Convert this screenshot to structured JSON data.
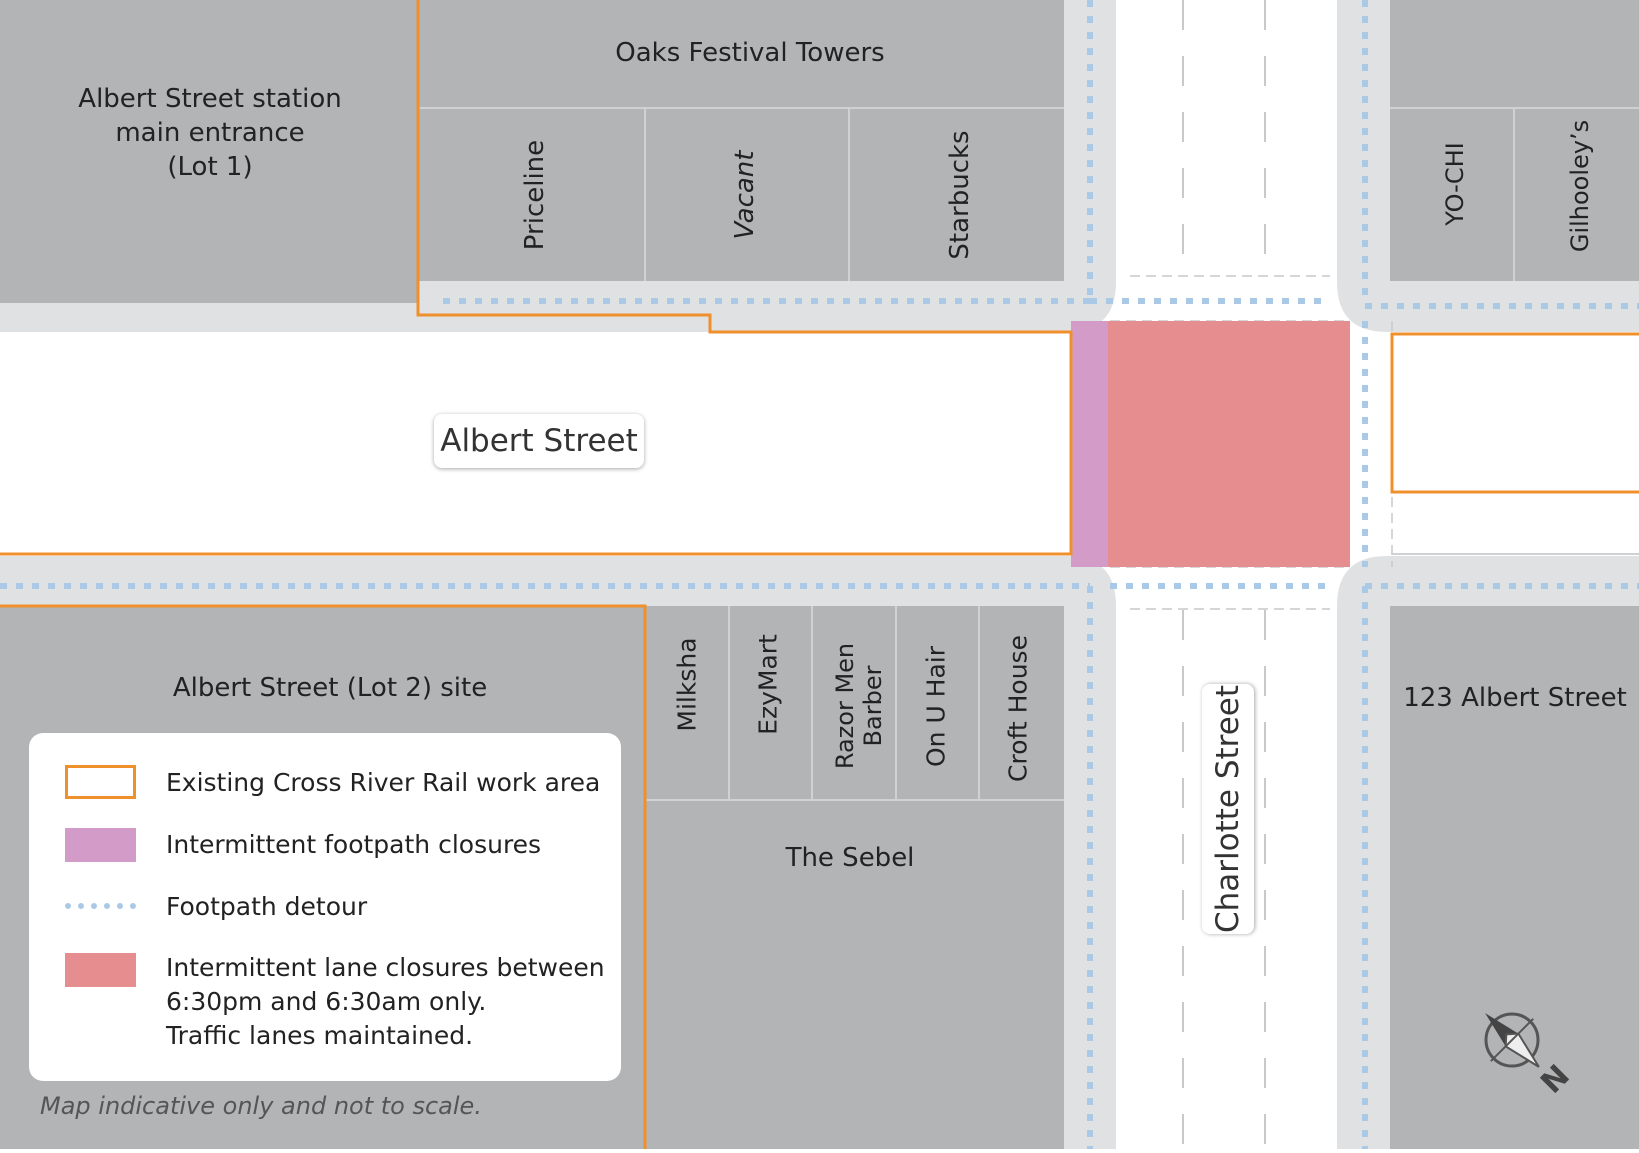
{
  "colors": {
    "building": "#b2b4b6",
    "building_lines": "#d0d1d3",
    "footpath": "#dfe1e3",
    "road": "#ffffff",
    "work_area_outline": "#f0902c",
    "footpath_closure": "#d39bc7",
    "lane_closure": "#e68d90",
    "detour_dots": "#a9c9e6"
  },
  "buildings": {
    "lot1": "Albert Street station\nmain entrance\n(Lot 1)",
    "oaks": "Oaks Festival Towers",
    "priceline": "Priceline",
    "vacant": "Vacant",
    "starbucks": "Starbucks",
    "yochi": "YO-CHI",
    "gilhooleys": "Gilhooley’s",
    "lot2": "Albert Street (Lot 2) site",
    "milksha": "Milksha",
    "ezymart": "EzyMart",
    "razor": "Razor Men\nBarber",
    "onuhair": "On U Hair",
    "crofthouse": "Croft House",
    "sebel": "The Sebel",
    "albert123": "123 Albert Street"
  },
  "streets": {
    "albert": "Albert Street",
    "charlotte": "Charlotte Street"
  },
  "legend": {
    "items": [
      {
        "label": "Existing Cross River Rail work area",
        "swatch": "outline"
      },
      {
        "label": "Intermittent footpath closures",
        "swatch": "footpath_closure"
      },
      {
        "label": "Footpath detour",
        "swatch": "dots"
      },
      {
        "label": "Intermittent lane closures between\n6:30pm and 6:30am only.\nTraffic lanes maintained.",
        "swatch": "lane_closure"
      }
    ]
  },
  "note": "Map indicative only and not to scale.",
  "compass": {
    "letter": "N",
    "icon": "compass-icon"
  }
}
